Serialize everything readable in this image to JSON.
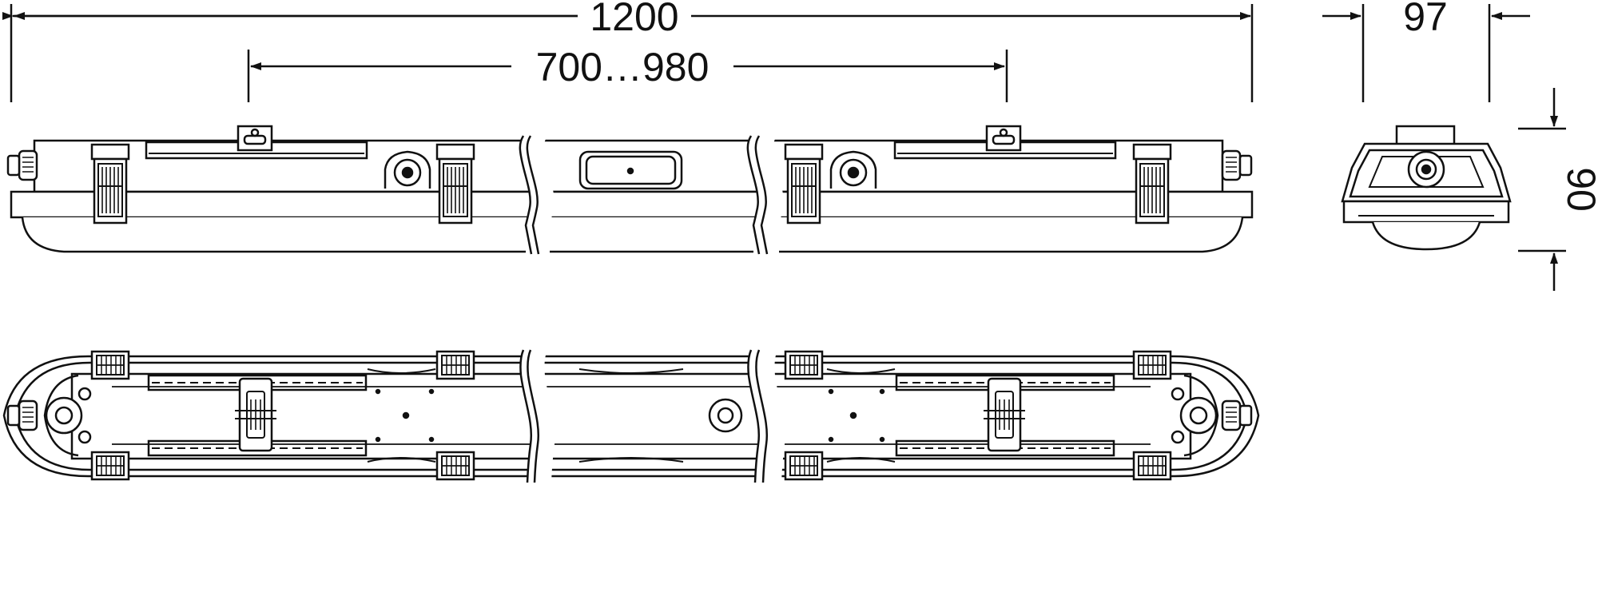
{
  "dimensions": {
    "overall_length": "1200",
    "mounting_range": "700…980",
    "width": "97",
    "height": "90"
  },
  "colors": {
    "line": "#111111",
    "background": "#ffffff"
  }
}
